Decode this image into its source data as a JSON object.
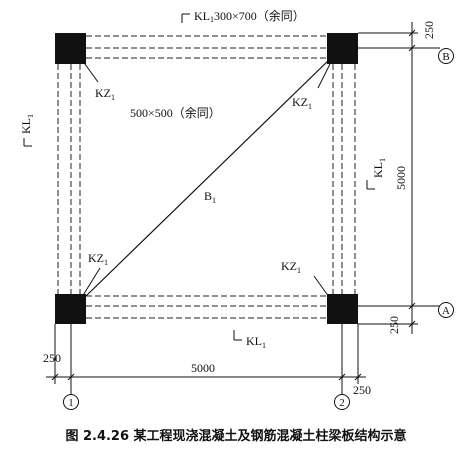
{
  "labels": {
    "beam_top_main": "KL",
    "beam_top_sub": "1",
    "beam_top_rest": "300×700（余同）",
    "column_size": "500×500（余同）",
    "beam_left_main": "KL",
    "beam_left_sub": "1",
    "beam_right_main": "KL",
    "beam_right_sub": "1",
    "beam_bottom_main": "KL",
    "beam_bottom_sub": "1",
    "column_tl_main": "KZ",
    "column_tl_sub": "1",
    "column_tr_main": "KZ",
    "column_tr_sub": "1",
    "column_bl_main": "KZ",
    "column_bl_sub": "1",
    "column_br_main": "KZ",
    "column_br_sub": "1",
    "slab_main": "B",
    "slab_sub": "1"
  },
  "dimensions": {
    "bottom_span": "5000",
    "bottom_left_offset": "250",
    "bottom_right_offset": "250",
    "right_span": "5000",
    "right_top_offset": "250",
    "right_bottom_offset": "250"
  },
  "axes": {
    "axis_1": "1",
    "axis_2": "2",
    "axis_A": "A",
    "axis_B": "B"
  },
  "caption": "图 2.4.26  某工程现浇混凝土及钢筋混凝土柱梁板结构示意"
}
